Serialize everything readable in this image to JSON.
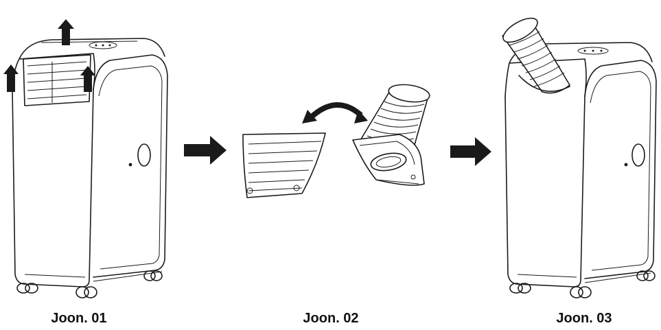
{
  "figures": [
    {
      "caption": "Joon. 01"
    },
    {
      "caption": "Joon. 02"
    },
    {
      "caption": "Joon. 03"
    }
  ],
  "colors": {
    "line": "#1a1a1a",
    "background": "#ffffff"
  },
  "icons": [
    "up-arrow-icon",
    "right-arrow-icon",
    "curved-double-arrow-icon"
  ]
}
